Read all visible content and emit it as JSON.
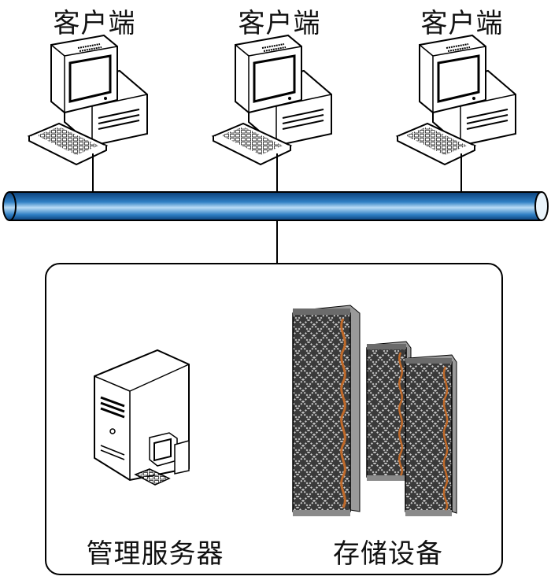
{
  "clients": [
    {
      "label": "客户端"
    },
    {
      "label": "客户端"
    },
    {
      "label": "客户端"
    }
  ],
  "server": {
    "label": "管理服务器"
  },
  "storage": {
    "label": "存储设备"
  },
  "colors": {
    "bus_dark": "#0b3f78",
    "bus_mid": "#2f7fc4",
    "bus_light": "#b9dcf6",
    "rack_face": "#3a3a3a",
    "rack_side": "#9a9a9a",
    "cable": "#c06a2a"
  },
  "icons": [
    "desktop-computer-icon",
    "keyboard-icon",
    "tower-server-icon",
    "storage-rack-icon"
  ]
}
